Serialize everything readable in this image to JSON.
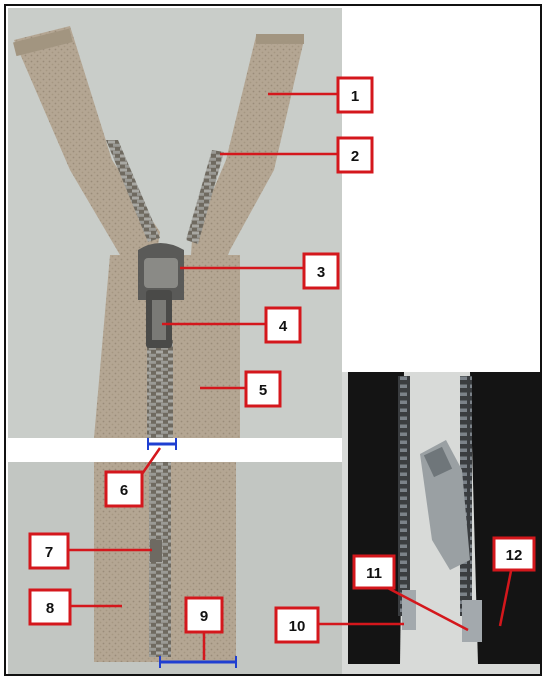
{
  "figure": {
    "colors": {
      "tape_beige": "#b4a693",
      "tape_shadow": "#9a8c79",
      "teeth_metal": "#8c8c88",
      "photo_bg": "#c8ccc8",
      "black_tape": "#141414",
      "callout_red": "#d4171c",
      "measure_blue": "#1f3fd1"
    },
    "callouts": [
      {
        "label": "1"
      },
      {
        "label": "2"
      },
      {
        "label": "3"
      },
      {
        "label": "4"
      },
      {
        "label": "5"
      },
      {
        "label": "6"
      },
      {
        "label": "7"
      },
      {
        "label": "8"
      },
      {
        "label": "9"
      },
      {
        "label": "10"
      },
      {
        "label": "11"
      },
      {
        "label": "12"
      }
    ]
  }
}
